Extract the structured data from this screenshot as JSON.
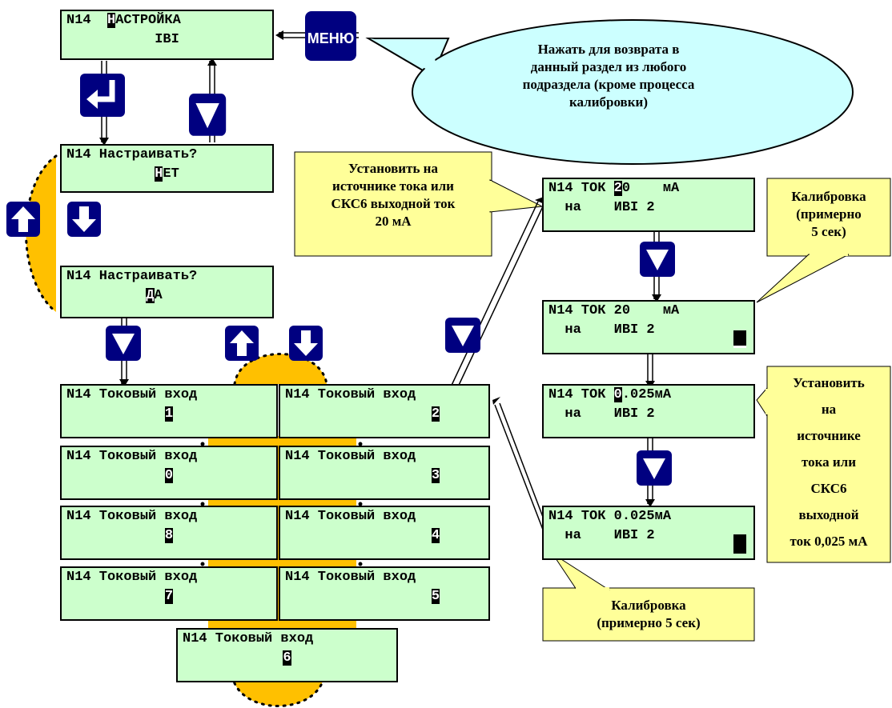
{
  "colors": {
    "lcd_bg": "#ccffcc",
    "note_bg": "#ffff99",
    "bubble_bg": "#ccffff",
    "button_bg": "#000080",
    "highlight": "#ffc000"
  },
  "icons": {
    "menu": "menu-button-icon",
    "enter": "enter-arrow-icon",
    "down_triangle": "down-triangle-icon",
    "up": "up-arrow-icon",
    "down": "down-arrow-icon"
  },
  "menu_button_label": "МЕНЮ",
  "screens": {
    "setup": {
      "line1_pre": "N14  ",
      "line1_cur": "Н",
      "line1_post": "АСТРОЙКА",
      "line2": "IBI"
    },
    "configure_no": {
      "line1": "N14 Настраивать?",
      "line2_cur": "Н",
      "line2_post": "ЕТ"
    },
    "configure_yes": {
      "line1": "N14 Настраивать?",
      "line2_cur": "Д",
      "line2_post": "А"
    },
    "inputs": [
      {
        "line1": "N14 Токовый вход",
        "num": "1"
      },
      {
        "line1": "N14 Токовый вход",
        "num": "2"
      },
      {
        "line1": "N14 Токовый вход",
        "num": "0"
      },
      {
        "line1": "N14 Токовый вход",
        "num": "3"
      },
      {
        "line1": "N14 Токовый вход",
        "num": "8"
      },
      {
        "line1": "N14 Токовый вход",
        "num": "4"
      },
      {
        "line1": "N14 Токовый вход",
        "num": "7"
      },
      {
        "line1": "N14 Токовый вход",
        "num": "5"
      },
      {
        "line1": "N14 Токовый вход",
        "num": "6"
      }
    ],
    "cal20_set": {
      "line1_pre": "N14 ТОК ",
      "line1_cur": "2",
      "line1_post": "0    мА",
      "line2": "  на    ИВI 2"
    },
    "cal20_run": {
      "line1": "N14 ТОК 20    мА",
      "line2": "  на    ИВI 2"
    },
    "cal0_set": {
      "line1_pre": "N14 ТОК ",
      "line1_cur": "0",
      "line1_post": ".025мА",
      "line2": "  на    ИВI 2"
    },
    "cal0_run": {
      "line1": "N14 ТОК 0.025мА",
      "line2": "  на    ИВI 2"
    }
  },
  "notes": {
    "bubble": "Нажать для возврата в\nданный раздел из любого\nподраздела (кроме процесса\nкалибровки)",
    "set20": "Установить на\nисточнике тока или\nСКС6 выходной ток\n20 мА",
    "calib_top": "Калибровка\n(примерно\n5 сек)",
    "set0025": "Установить\nна\nисточнике\nтока или\nСКС6\nвыходной\nток 0,025 мА",
    "calib_bottom": "Калибровка\n(примерно 5 сек)"
  }
}
